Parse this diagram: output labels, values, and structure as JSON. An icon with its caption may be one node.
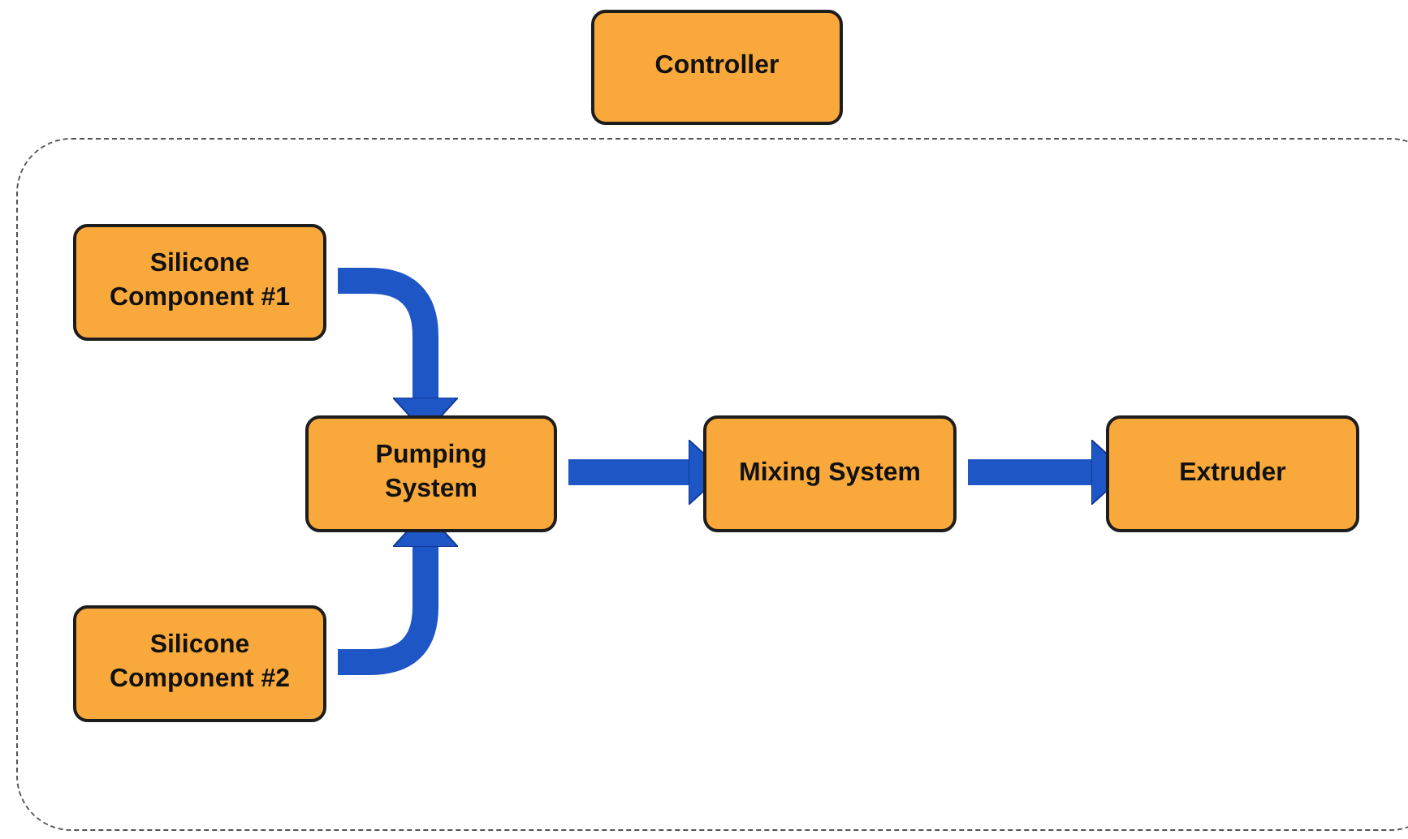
{
  "diagram": {
    "nodes": [
      {
        "text": [
          "Controller"
        ]
      },
      {
        "text": [],
        "shape": "box"
      },
      {
        "text": [
          "Silicone Component #1"
        ],
        "in": 1
      },
      {
        "text": [
          "Silicone Component #2"
        ],
        "in": 1
      },
      {
        "text": [
          "Pumping System"
        ],
        "in": 1
      },
      {
        "text": [
          "Mixing System"
        ],
        "in": 1
      },
      {
        "text": [
          "Extruder"
        ],
        "in": 1
      }
    ],
    "edges": [
      {
        "from": 2,
        "to": 4,
        "arrow": "to"
      },
      {
        "from": 3,
        "to": 4,
        "arrow": "to"
      },
      {
        "from": 4,
        "to": 5,
        "arrow": "to"
      },
      {
        "from": 5,
        "to": 6,
        "arrow": "to"
      }
    ]
  }
}
